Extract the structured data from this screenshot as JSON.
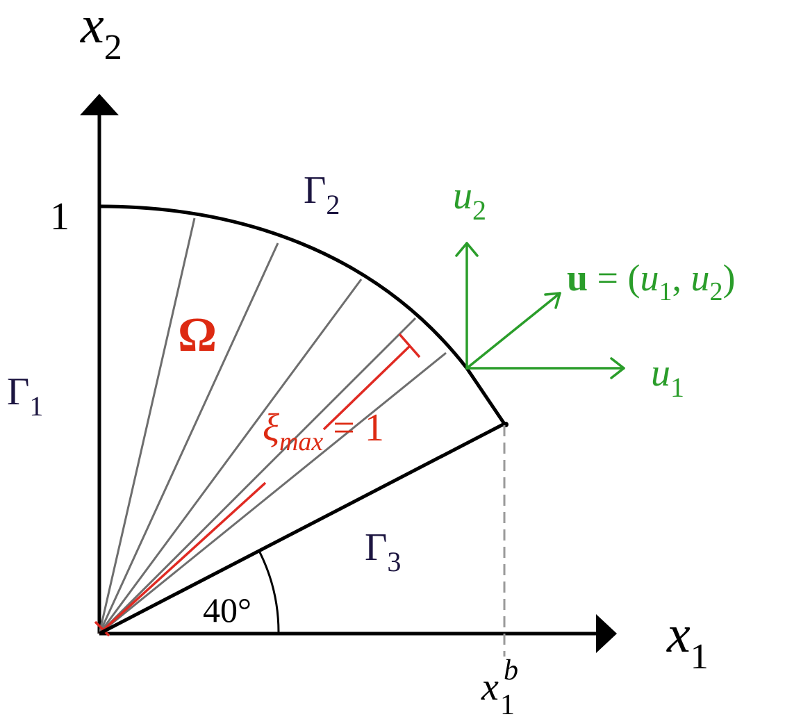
{
  "axes": {
    "x1_symbol": "x",
    "x1_subscript": "1",
    "x2_symbol": "x",
    "x2_subscript": "2",
    "x2_tick_label": "1",
    "x1b_symbol": "x",
    "x1b_subscript": "1",
    "x1b_superscript": "b"
  },
  "boundaries": {
    "gamma1_symbol": "Γ",
    "gamma1_subscript": "1",
    "gamma2_symbol": "Γ",
    "gamma2_subscript": "2",
    "gamma3_symbol": "Γ",
    "gamma3_subscript": "3"
  },
  "domain_label": "Ω",
  "angle_label": "40°",
  "xi_label": {
    "symbol": "ξ",
    "subscript": "max",
    "rest": " = 1"
  },
  "displacement": {
    "u_bold": "u",
    "equation_rest": " = (",
    "u1_symbol": "u",
    "u1_subscript": "1",
    "comma": ", ",
    "u2_symbol": "u",
    "u2_subscript": "2",
    "close_paren": ")",
    "label_u1_symbol": "u",
    "label_u1_subscript": "1",
    "label_u2_symbol": "u",
    "label_u2_subscript": "2"
  },
  "colors": {
    "axis": "#000000",
    "boundary_text": "#1c1540",
    "domain": "#dd2a12",
    "radial_lines": "#6e6e6e",
    "red_line": "#e02a22",
    "displacement": "#2a9d2a",
    "dashed": "#9a9a9a"
  },
  "geometry_note_values": {
    "sector_angle_deg": 40
  }
}
